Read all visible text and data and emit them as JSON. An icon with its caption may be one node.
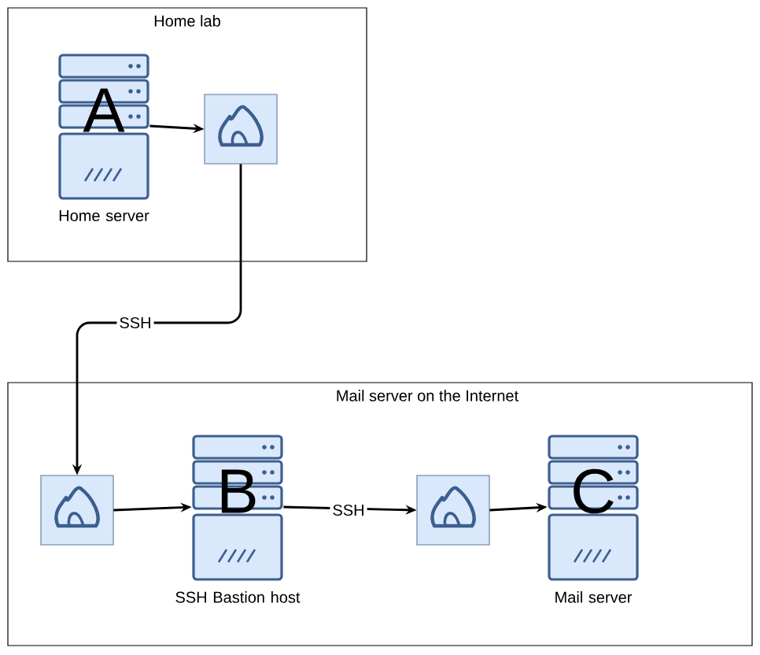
{
  "diagram": {
    "nodes": [
      {
        "text": [
          "Home lab"
        ]
      },
      {
        "text": [
          "A"
        ],
        "in": 0,
        "beside": [
          "Home server"
        ]
      },
      {
        "text": [],
        "shape": "picture",
        "in": 0
      },
      {
        "text": [
          "Mail server on the Internet"
        ]
      },
      {
        "text": [],
        "shape": "picture",
        "in": 3
      },
      {
        "text": [
          "B"
        ],
        "in": 3,
        "beside": [
          "SSH Bastion host"
        ]
      },
      {
        "text": [],
        "shape": "picture",
        "in": 3
      },
      {
        "text": [
          "C"
        ],
        "in": 3,
        "beside": [
          "Mail server"
        ]
      }
    ],
    "edges": [
      {
        "from": 1,
        "to": 2,
        "arrow": "to"
      },
      {
        "from": 2,
        "to": 4,
        "arrow": "to",
        "label": "SSH"
      },
      {
        "from": 4,
        "to": 5,
        "arrow": "to"
      },
      {
        "from": 5,
        "to": 6,
        "arrow": "to",
        "label": "SSH"
      },
      {
        "from": 6,
        "to": 7,
        "arrow": "to"
      }
    ]
  }
}
